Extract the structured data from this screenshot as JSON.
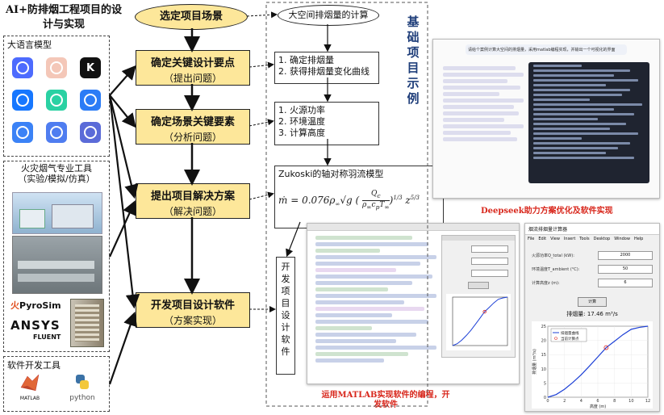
{
  "title": "AI+防排烟工程项目的设计与实现",
  "llm_panel": {
    "title": "大语言模型",
    "logos": [
      {
        "icon": "deepseek-whale-icon",
        "color": "#4d6bfe"
      },
      {
        "icon": "avatar-girl-icon",
        "color": "#f4c7b8"
      },
      {
        "icon": "kimi-k-icon",
        "color": "#111111",
        "text": "K"
      },
      {
        "icon": "doubao-icon",
        "color": "#1677ff"
      },
      {
        "icon": "zhipu-icon",
        "color": "#2ad1a3"
      },
      {
        "icon": "tongyi-drop-icon",
        "color": "#2b7cf6"
      },
      {
        "icon": "hunyuan-icon",
        "color": "#3b82f6"
      },
      {
        "icon": "xinghuo-icon",
        "color": "#4f7df0"
      },
      {
        "icon": "wenxin-icon",
        "color": "#5b6bd8"
      }
    ]
  },
  "fire_panel": {
    "title": "火灾烟气专业工具",
    "subtitle": "（实验/模拟/仿真）",
    "pyrosim": "PyroSim",
    "ansys": "ANSYS",
    "fluent": "FLUENT"
  },
  "dev_panel": {
    "title": "软件开发工具",
    "matlab": "MATLAB",
    "python": "python"
  },
  "flow": {
    "start": "选定项目场景",
    "step1": {
      "main": "确定关键设计要点",
      "sub": "（提出问题）"
    },
    "step2": {
      "main": "确定场景关键要素",
      "sub": "（分析问题）"
    },
    "step3": {
      "main": "提出项目解决方案",
      "sub": "（解决问题）"
    },
    "step4": {
      "main": "开发项目设计软件",
      "sub": "（方案实现）"
    }
  },
  "example": {
    "start": "大空间排烟量的计算",
    "box1": [
      "1. 确定排烟量",
      "2. 获得排烟量变化曲线"
    ],
    "box2": [
      "1. 火源功率",
      "2. 环境温度",
      "3. 计算高度"
    ],
    "model_title": "Zukoski的轴对称羽流模型",
    "software_box": "开发项目设计软件",
    "vertical_title": "基础项目示例"
  },
  "captions": {
    "deepseek": "Deepseek助力方案优化及软件实现",
    "matlab": "运用MATLAB实现软件的编程，开发软件"
  },
  "screens": {
    "deepseek_prompt": "请给个案例计算大空间的排烟量，采用matlab编程实现，并输出一个可视化的界面",
    "gui": {
      "title": "烟流排烟量计算器",
      "menu": [
        "File",
        "Edit",
        "View",
        "Insert",
        "Tools",
        "Desktop",
        "Window",
        "Help"
      ],
      "fields": [
        {
          "label": "火源功率Q_total (kW):",
          "value": "2000"
        },
        {
          "label": "环境温度T_ambient (°C):",
          "value": "50"
        },
        {
          "label": "计算高度z (m):",
          "value": "6"
        }
      ],
      "button": "计算",
      "result": "排烟量: 17.46 m³/s",
      "legend": [
        "排烟量曲线",
        "当前计算点"
      ],
      "xlabel": "高度 (m)",
      "ylabel": "排烟量 (m³/s)"
    }
  },
  "colors": {
    "flow_fill": "#fde79a",
    "title_blue": "#1f3e7a",
    "caption_red": "#d8261b",
    "curve_blue": "#1c3fd6",
    "point_red": "#e0302a"
  },
  "chart_data": {
    "type": "line",
    "title": "",
    "xlabel": "高度 (m)",
    "ylabel": "排烟量 (m³/s)",
    "xlim": [
      0,
      12
    ],
    "ylim": [
      0,
      25
    ],
    "x": [
      0,
      1,
      2,
      3,
      4,
      5,
      6,
      7,
      8,
      9,
      10,
      11,
      12
    ],
    "series": [
      {
        "name": "排烟量曲线",
        "values": [
          0,
          0.95,
          2.8,
          5.2,
          7.9,
          11.0,
          14.2,
          17.46,
          19.7,
          22.0,
          23.9,
          24.6,
          25.0
        ]
      }
    ],
    "points": [
      {
        "name": "当前计算点",
        "x": 7,
        "y": 17.46
      }
    ],
    "legend": "top-left",
    "grid": true
  }
}
